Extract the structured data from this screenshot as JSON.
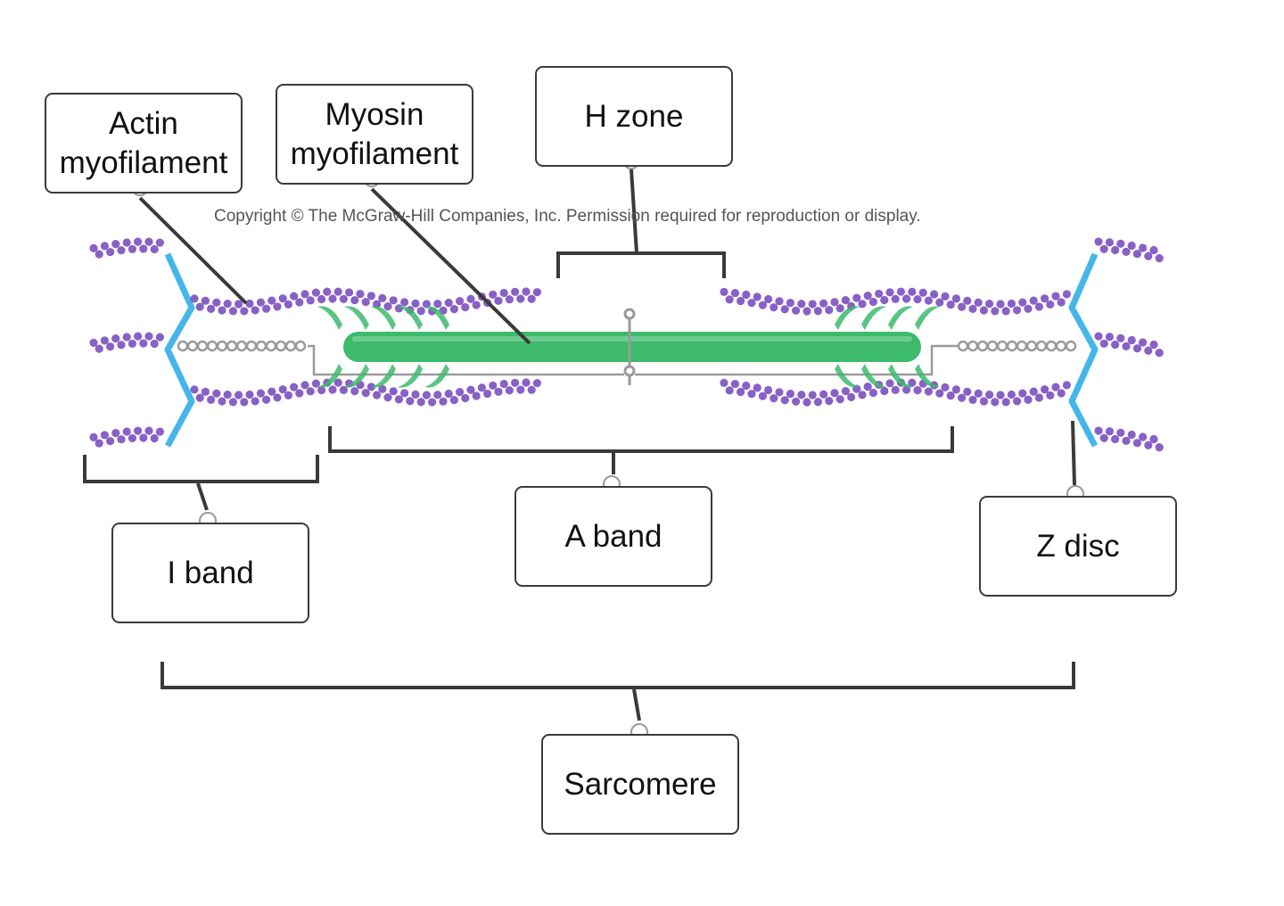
{
  "copyright": "Copyright © The McGraw-Hill Companies, Inc. Permission required for reproduction or display.",
  "labels": {
    "actin": "Actin\nmyofilament",
    "myosin": "Myosin\nmyofilament",
    "h_zone": "H zone",
    "i_band": "I band",
    "a_band": "A band",
    "z_disc": "Z disc",
    "sarcomere": "Sarcomere"
  },
  "colors": {
    "actin": "#7b4fc0",
    "myosin": "#3dba6c",
    "z_disc": "#45b6ea",
    "titin": "#9a9a9a",
    "lines": "#3a3a3a"
  }
}
